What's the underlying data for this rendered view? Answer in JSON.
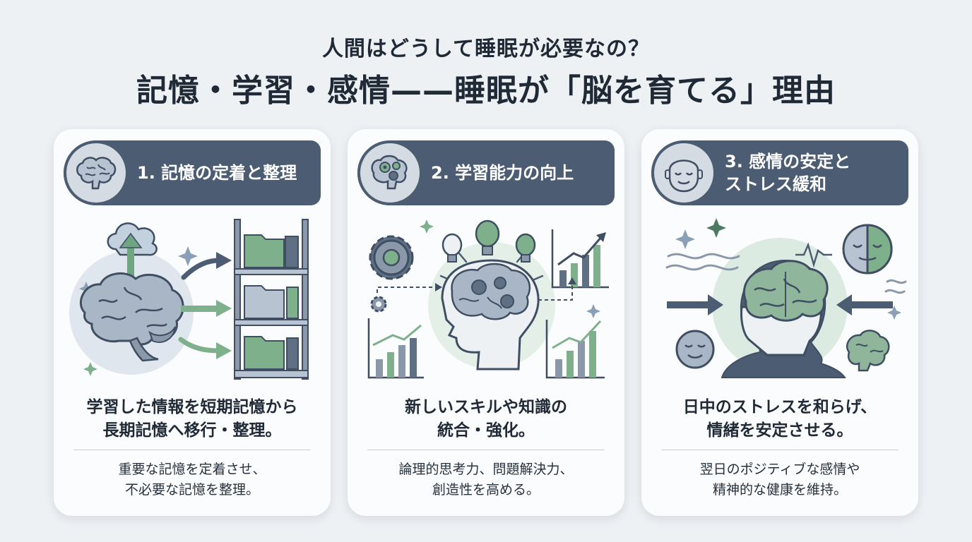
{
  "header": {
    "line1": "人間はどうして睡眠が必要なの？",
    "line2": "記憶・学習・感情——睡眠が「脳を育てる」理由"
  },
  "cards": [
    {
      "title": "1. 記憶の定着と整理",
      "icon": "brain-icon",
      "main_line1": "学習した情報を短期記憶から",
      "main_line2": "長期記憶へ移行・整理。",
      "sub_line1": "重要な記憶を定着させ、",
      "sub_line2": "不必要な記憶を整理。"
    },
    {
      "title": "2. 学習能力の向上",
      "icon": "brain-gears-icon",
      "main_line1": "新しいスキルや知識の",
      "main_line2": "統合・強化。",
      "sub_line1": "論理的思考力、問題解決力、",
      "sub_line2": "創造性を高める。"
    },
    {
      "title_line1": "3. 感情の安定と",
      "title_line2": "ストレス緩和",
      "icon": "calm-face-icon",
      "main_line1": "日中のストレスを和らげ、",
      "main_line2": "情緒を安定させる。",
      "sub_line1": "翌日のポジティブな感情や",
      "sub_line2": "精神的な健康を維持。"
    }
  ],
  "colors": {
    "banner": "#4c5d73",
    "accent_green": "#7fb08c",
    "brain_fill": "#a9b6c6",
    "background": "#eef1f4"
  }
}
